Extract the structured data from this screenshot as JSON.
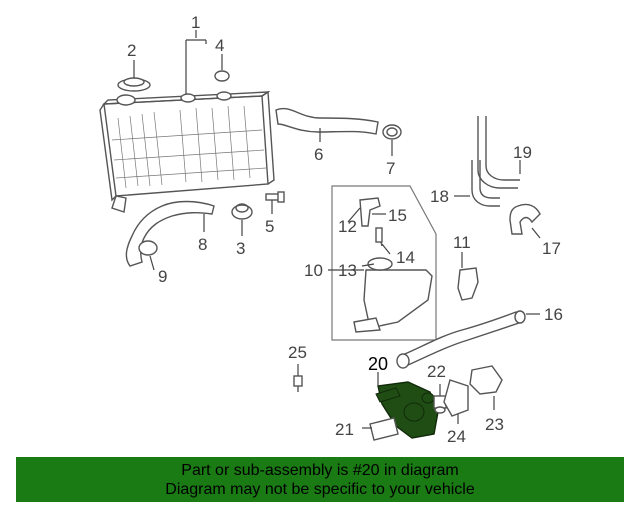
{
  "callouts": {
    "n1": "1",
    "n2": "2",
    "n3": "3",
    "n4": "4",
    "n5": "5",
    "n6": "6",
    "n7": "7",
    "n8": "8",
    "n9": "9",
    "n10": "10",
    "n11": "11",
    "n12": "12",
    "n13": "13",
    "n14": "14",
    "n15": "15",
    "n16": "16",
    "n17": "17",
    "n18": "18",
    "n19": "19",
    "n20": "20",
    "n21": "21",
    "n22": "22",
    "n23": "23",
    "n24": "24",
    "n25": "25"
  },
  "colors": {
    "highlight_part": "#1f4d14",
    "banner_bg": "#1a7a14"
  },
  "banner": {
    "line1": "Part or sub-assembly is #20 in diagram",
    "line2": "Diagram may not be specific to your vehicle"
  }
}
